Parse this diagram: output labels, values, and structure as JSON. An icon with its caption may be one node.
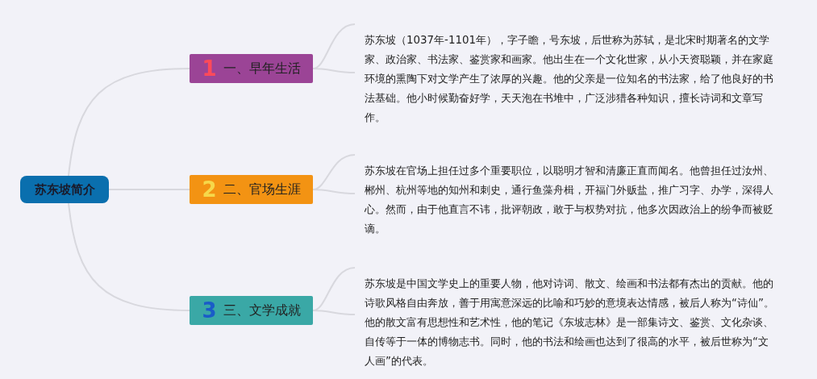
{
  "diagram": {
    "nodes": [
      {
        "text": [
          "苏东坡简介"
        ]
      },
      {
        "text": [
          "1",
          "一、早年生活"
        ]
      },
      {
        "text": [
          "2",
          "二、官场生涯"
        ]
      },
      {
        "text": [
          "3",
          "三、文学成就"
        ]
      },
      {
        "text": [
          "苏东坡（1037年-1101年），字子瞻，号东坡，后世称为苏轼，是北宋时期著名的文学家、政治家、书法家、鉴赏家和画家。他出生在一个文化世家，从小天资聪颖，并在家庭环境的熏陶下对文学产生了浓厚的兴趣。他的父亲是一位知名的书法家，给了他良好的书法基础。他小时候勤奋好学，天天泡在书堆中，广泛涉猎各种知识，擅长诗词和文章写作。"
        ]
      },
      {
        "text": [
          "苏东坡在官场上担任过多个重要职位，以聪明才智和清廉正直而闻名。他曾担任过汝州、郴州、杭州等地的知州和刺史，通行鱼藻舟楫，开福门外贩盐，推广习字、办学，深得人心。然而，由于他直言不讳，批评朝政，敢于与权势对抗，他多次因政治上的纷争而被贬谪。"
        ]
      },
      {
        "text": [
          "苏东坡是中国文学史上的重要人物，他对诗词、散文、绘画和书法都有杰出的贡献。他的诗歌风格自由奔放，善于用寓意深远的比喻和巧妙的意境表达情感，被后人称为“诗仙”。他的散文富有思想性和艺术性，他的笔记《东坡志林》是一部集诗文、鉴赏、文化杂谈、自传等于一体的博物志书。同时，他的书法和绘画也达到了很高的水平，被后世称为“文人画”的代表。"
        ]
      }
    ],
    "edges": [
      {
        "from": 0,
        "to": 1,
        "arrow": "none"
      },
      {
        "from": 0,
        "to": 2,
        "arrow": "none"
      },
      {
        "from": 0,
        "to": 3,
        "arrow": "none"
      },
      {
        "from": 1,
        "to": 4,
        "arrow": "none"
      },
      {
        "from": 2,
        "to": 5,
        "arrow": "none"
      },
      {
        "from": 3,
        "to": 6,
        "arrow": "none"
      }
    ]
  }
}
